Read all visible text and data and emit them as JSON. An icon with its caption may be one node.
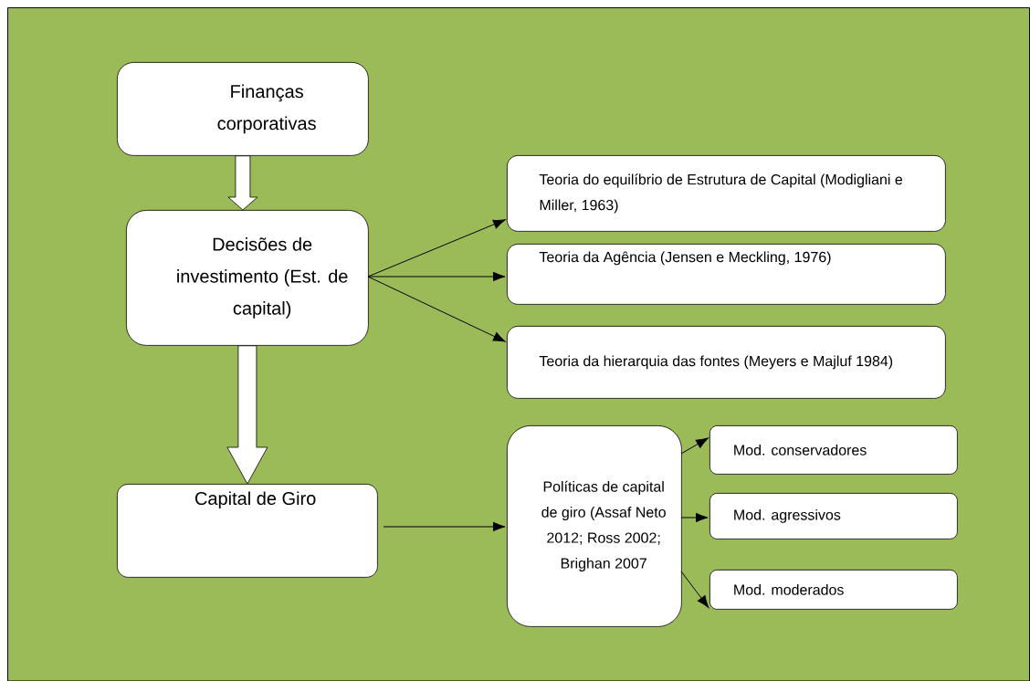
{
  "diagram": {
    "nodes": [
      {
        "text": [
          "Finanças corporativas"
        ]
      },
      {
        "text": [
          "Decisões de investimento (Est. de capital)"
        ]
      },
      {
        "text": [
          "Teoria do equilíbrio de Estrutura de Capital (Modigliani e Miller, 1963)"
        ]
      },
      {
        "text": [
          "Teoria da Agência (Jensen e Meckling, 1976)"
        ]
      },
      {
        "text": [
          "Teoria da hierarquia das fontes (Meyers e Majluf 1984)"
        ]
      },
      {
        "text": [
          "Capital de Giro"
        ]
      },
      {
        "text": [
          "Políticas de capital de giro (Assaf Neto 2012; Ross 2002; Brighan 2007"
        ]
      },
      {
        "text": [
          "Mod. conservadores"
        ]
      },
      {
        "text": [
          "Mod. agressivos"
        ]
      },
      {
        "text": [
          "Mod. moderados"
        ]
      }
    ],
    "edges": [
      {
        "from": 0,
        "to": 1,
        "arrow": "to",
        "style": "thick"
      },
      {
        "from": 1,
        "to": 2,
        "arrow": "to"
      },
      {
        "from": 1,
        "to": 3,
        "arrow": "to"
      },
      {
        "from": 1,
        "to": 4,
        "arrow": "to"
      },
      {
        "from": 1,
        "to": 5,
        "arrow": "to",
        "style": "thick"
      },
      {
        "from": 5,
        "to": 6,
        "arrow": "to"
      },
      {
        "from": 6,
        "to": 7,
        "arrow": "to"
      },
      {
        "from": 6,
        "to": 8,
        "arrow": "to"
      },
      {
        "from": 6,
        "to": 9,
        "arrow": "to"
      }
    ]
  }
}
